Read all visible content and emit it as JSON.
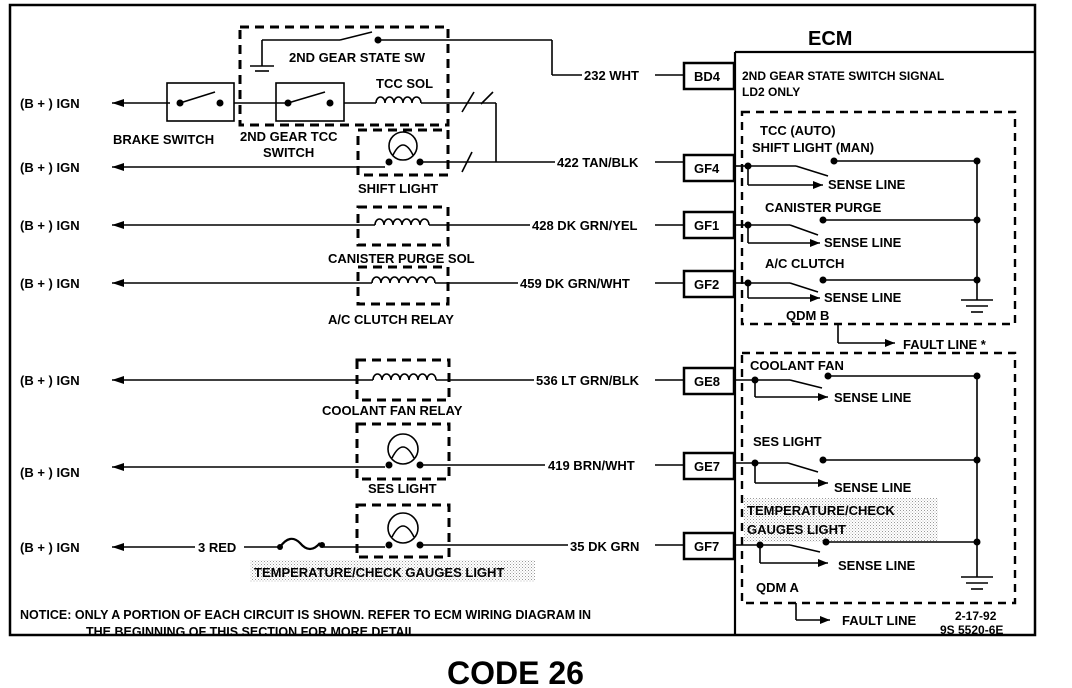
{
  "title": "CODE 26",
  "ecm": {
    "label": "ECM",
    "signal_line1": "2ND GEAR STATE SWITCH SIGNAL",
    "signal_line2": "LD2 ONLY",
    "qdm_b": "QDM B",
    "qdm_a": "QDM A",
    "fault_line_b": "FAULT LINE  *",
    "fault_line_a": "FAULT LINE"
  },
  "power_labels": [
    "(B + ) IGN",
    "(B + )  IGN",
    "(B + ) IGN",
    "(B + ) IGN",
    "(B + ) IGN",
    "(B + ) IGN",
    "(B + ) IGN"
  ],
  "components": {
    "brake_switch": "BRAKE SWITCH",
    "gear_state_sw": "2ND GEAR STATE SW",
    "tcc_sol": "TCC SOL",
    "tcc_switch_line1": "2ND GEAR TCC",
    "tcc_switch_line2": "SWITCH",
    "shift_light": "SHIFT LIGHT",
    "canister_purge_sol": "CANISTER PURGE SOL",
    "ac_clutch_relay": "A/C CLUTCH RELAY",
    "coolant_fan_relay": "COOLANT FAN RELAY",
    "ses_light": "SES LIGHT",
    "temp_gauges_light": "TEMPERATURE/CHECK GAUGES LIGHT",
    "fuse_wire": "3 RED"
  },
  "wires": [
    "232 WHT",
    "422 TAN/BLK",
    "428 DK GRN/YEL",
    "459 DK GRN/WHT",
    "536 LT GRN/BLK",
    "419 BRN/WHT",
    "35 DK GRN"
  ],
  "pins": [
    "BD4",
    "GF4",
    "GF1",
    "GF2",
    "GE8",
    "GE7",
    "GF7"
  ],
  "drivers": {
    "tcc_line1": "TCC (AUTO)",
    "tcc_line2": "SHIFT LIGHT (MAN)",
    "canister": "CANISTER PURGE",
    "ac": "A/C CLUTCH",
    "coolant": "COOLANT FAN",
    "ses": "SES LIGHT",
    "temp_line1": "TEMPERATURE/CHECK",
    "temp_line2": "GAUGES LIGHT",
    "sense_line": "SENSE LINE"
  },
  "notice_line1": "NOTICE: ONLY A PORTION OF EACH CIRCUIT IS SHOWN.  REFER TO ECM WIRING DIAGRAM IN",
  "notice_line2": "THE BEGINNING OF THIS SECTION FOR MORE DETAIL.",
  "date": "2-17-92",
  "ref": "9S 5520-6E"
}
